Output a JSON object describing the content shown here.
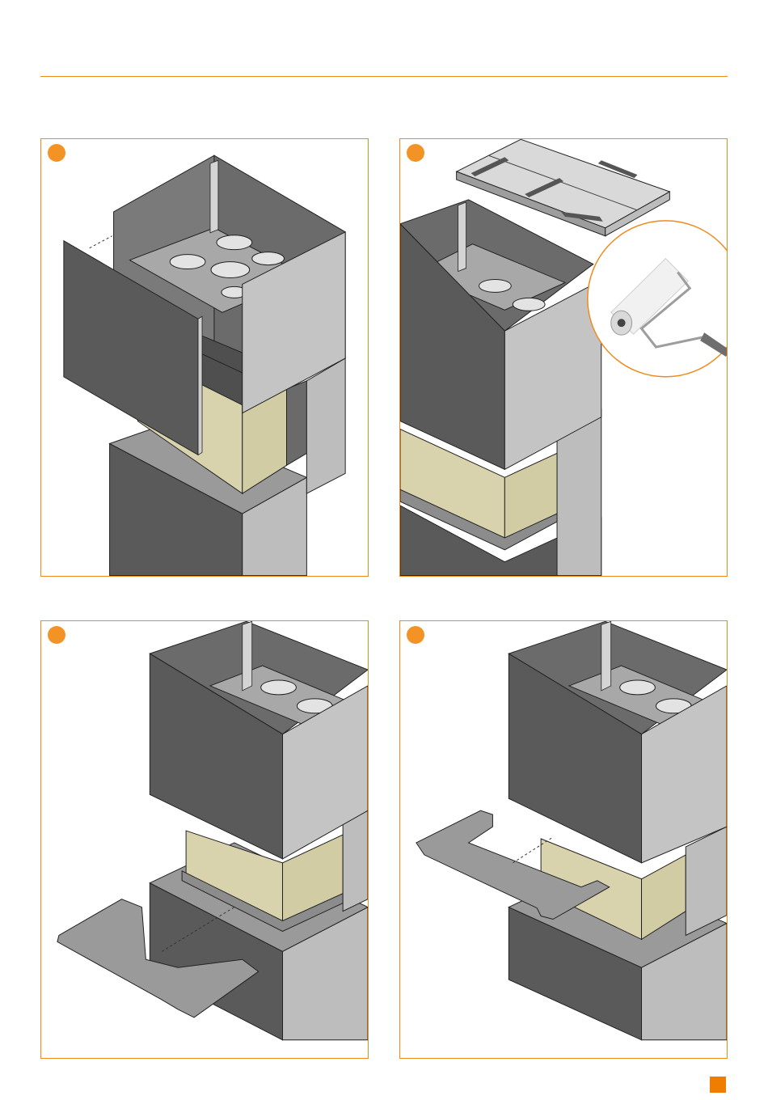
{
  "colors": {
    "accent": "#f08a1c",
    "dark_panel": "#5a5a5a",
    "light_panel": "#bcbcbc",
    "glass": "#d8d2ad",
    "steel": "#8d8d8d"
  },
  "steps": [
    {
      "id": 1,
      "marker": "step-dot"
    },
    {
      "id": 2,
      "marker": "step-dot"
    },
    {
      "id": 3,
      "marker": "step-dot"
    },
    {
      "id": 4,
      "marker": "step-dot"
    }
  ]
}
